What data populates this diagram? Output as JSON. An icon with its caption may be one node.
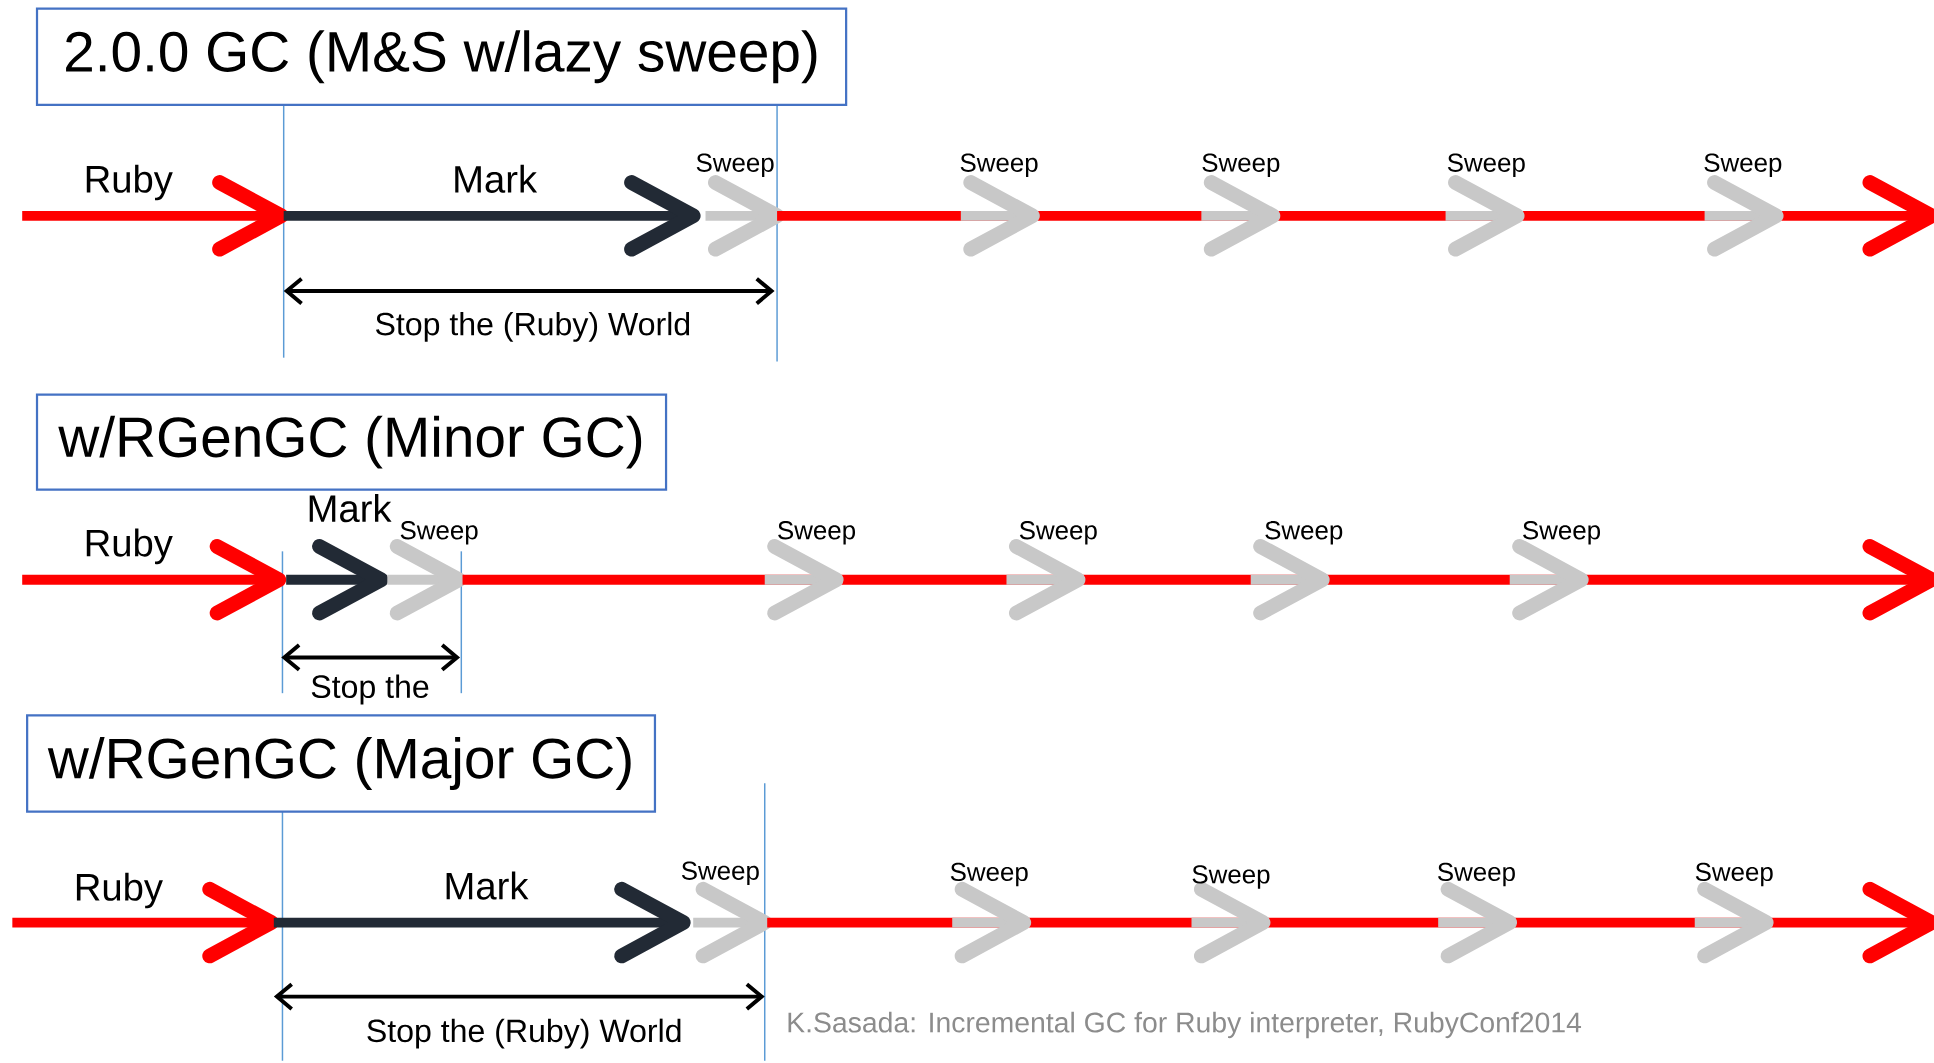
{
  "diagram": {
    "nodes": [
      {
        "text": [
          "2.0.0 GC (M&S w/lazy sweep)"
        ]
      },
      {
        "text": [
          "w/RGenGC (Minor GC)"
        ]
      },
      {
        "text": [
          "w/RGenGC (Major GC)"
        ]
      }
    ],
    "labels": [
      "Ruby",
      "Mark",
      "Sweep",
      "Sweep",
      "Sweep",
      "Sweep",
      "Sweep",
      "Stop the (Ruby) World",
      "Mark",
      "Ruby",
      "Sweep",
      "Sweep",
      "Sweep",
      "Sweep",
      "Sweep",
      "Stop the",
      "Ruby",
      "Mark",
      "Sweep",
      "Sweep",
      "Sweep",
      "Sweep",
      "Sweep",
      "Stop the (Ruby) World",
      "K.Sasada: Incremental GC for Ruby interpreter, RubyConf2014"
    ]
  }
}
